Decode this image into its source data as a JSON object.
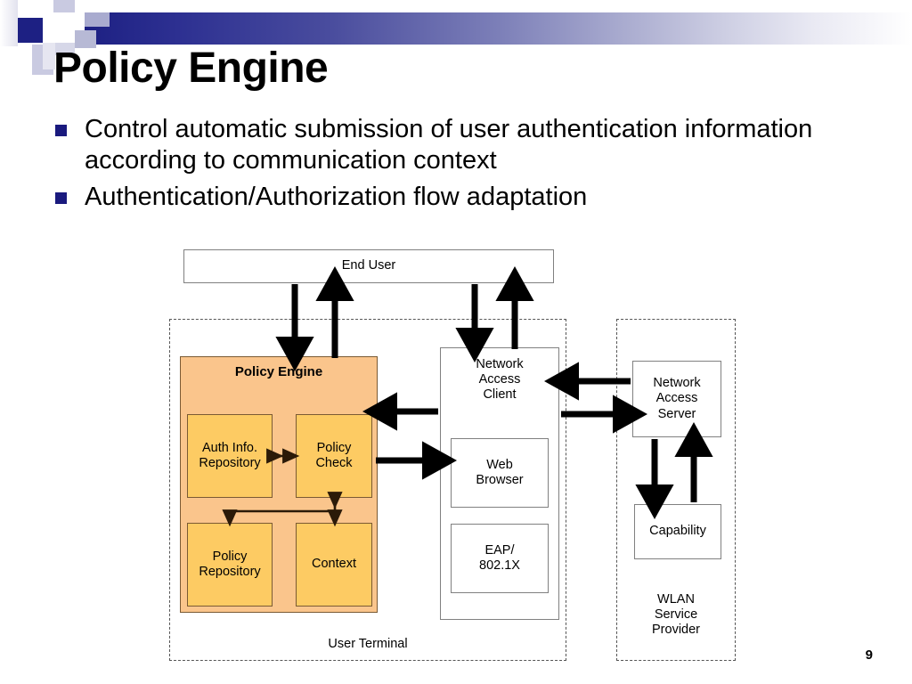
{
  "slide": {
    "title": "Policy Engine",
    "page_number": "9",
    "bullets": [
      "Control automatic submission of user authentication information according to communication context",
      "Authentication/Authorization flow adaptation"
    ]
  },
  "theme": {
    "bullet_color": "#1a1a7e",
    "gradient_start": "#1d2083",
    "gradient_end": "#ffffff",
    "policy_engine_fill": "#fac58c",
    "policy_engine_inner_fill": "#fdcb63",
    "node_border": "#808080",
    "dashed_border": "#555555"
  },
  "diagram": {
    "end_user": "End User",
    "policy_engine": {
      "title": "Policy Engine",
      "components": [
        {
          "id": "auth-info-repository",
          "label": "Auth Info.\nRepository"
        },
        {
          "id": "policy-check",
          "label": "Policy\nCheck"
        },
        {
          "id": "policy-repository",
          "label": "Policy\nRepository"
        },
        {
          "id": "context",
          "label": "Context"
        }
      ]
    },
    "network_access_client": {
      "title": "Network\nAccess\nClient",
      "components": [
        {
          "id": "web-browser",
          "label": "Web\nBrowser"
        },
        {
          "id": "eap-8021x",
          "label": "EAP/\n802.1X"
        }
      ]
    },
    "network_access_server": {
      "label": "Network\nAccess\nServer"
    },
    "capability": {
      "label": "Capability"
    },
    "zones": [
      {
        "id": "user-terminal",
        "label": "User Terminal"
      },
      {
        "id": "wlan-service-provider",
        "label": "WLAN\nService\nProvider"
      }
    ]
  }
}
